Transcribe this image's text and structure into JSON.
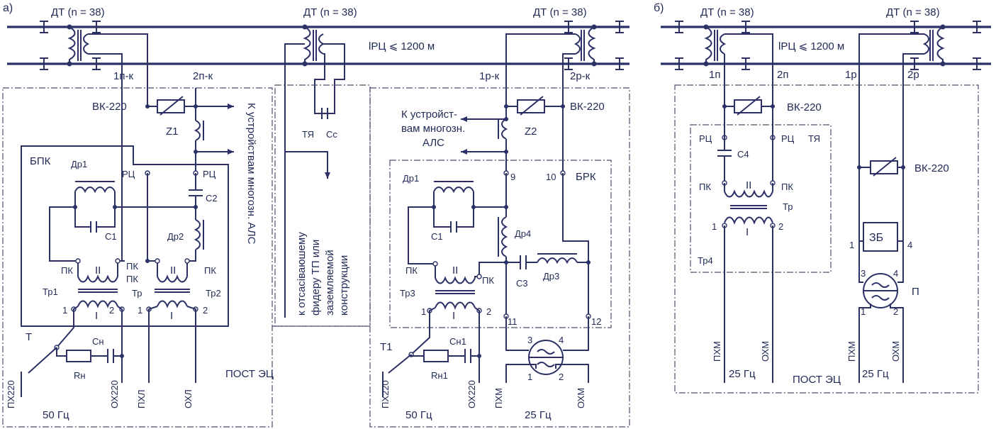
{
  "panel_a": {
    "label": "а)",
    "dt_labels": [
      "ДТ (n = 38)",
      "ДТ (n = 38)",
      "ДТ (n = 38)"
    ],
    "length_label": "lРЦ ⩽ 1200 м",
    "lead_1pk": "1п-к",
    "lead_2pk": "2п-к",
    "lead_1rk": "1р-к",
    "lead_2rk": "2р-к",
    "vk_left": "ВК-220",
    "vk_right": "ВК-220",
    "z1": "Z1",
    "z2": "Z2",
    "to_als_left": "К устройствам многозн. АЛС",
    "to_als_right_1": "К устройст-",
    "to_als_right_2": "вам многозн.",
    "to_als_right_3": "АЛС",
    "feeder_note_1": "к отсасіваюшему",
    "feeder_note_2": "фидеру ТП или",
    "feeder_note_3": "заземляемой",
    "feeder_note_4": "конструкции",
    "tya": "ТЯ",
    "cc": "Сс",
    "bpk": "БПК",
    "brk": "БРК",
    "dr1_left": "Др1",
    "dr2": "Др2",
    "dr1_right": "Др1",
    "dr3": "Др3",
    "dr4": "Др4",
    "c1_left": "С1",
    "c1_right": "С1",
    "c2": "С2",
    "c3": "С3",
    "rc_a": "РЦ",
    "rc_b": "РЦ",
    "pk": "ПК",
    "roman_1": "I",
    "roman_2": "II",
    "tr1": "Тр1",
    "tr": "Тр",
    "tr2": "Тр2",
    "tr3": "Тр3",
    "n1": "1",
    "n2": "2",
    "n3": "3",
    "n4": "4",
    "n9": "9",
    "n10": "10",
    "n11": "11",
    "n12": "12",
    "t": "Т",
    "t1": "Т1",
    "rn": "Rн",
    "rn1": "Rн1",
    "cn": "Сн",
    "cn1": "Сн1",
    "px220": "ПХ220",
    "ox220": "ОХ220",
    "pxl": "ПХЛ",
    "oxl": "ОХЛ",
    "pxm": "ПХМ",
    "oxm": "ОХМ",
    "post": "ПОСТ ЭЦ",
    "hz50": "50 Гц",
    "hz25": "25 Гц"
  },
  "panel_b": {
    "label": "б)",
    "dt_labels": [
      "ДТ (n = 38)",
      "ДТ (n = 38)"
    ],
    "length_label": "lРЦ ⩽ 1200 м",
    "lead_1p": "1п",
    "lead_2p": "2п",
    "lead_1r": "1р",
    "lead_2r": "2р",
    "vk_top": "ВК-220",
    "vk_mid": "ВК-220",
    "rc": "РЦ",
    "tya": "ТЯ",
    "c4": "С4",
    "pk": "ПК",
    "roman_1": "I",
    "roman_2": "II",
    "tr": "Тр",
    "tr4": "Тр4",
    "zb": "ЗБ",
    "p": "П",
    "n1": "1",
    "n2": "2",
    "n3": "3",
    "n4": "4",
    "pxm": "ПХМ",
    "oxm": "ОХМ",
    "hz25": "25 Гц",
    "post": "ПОСТ ЭЦ"
  }
}
